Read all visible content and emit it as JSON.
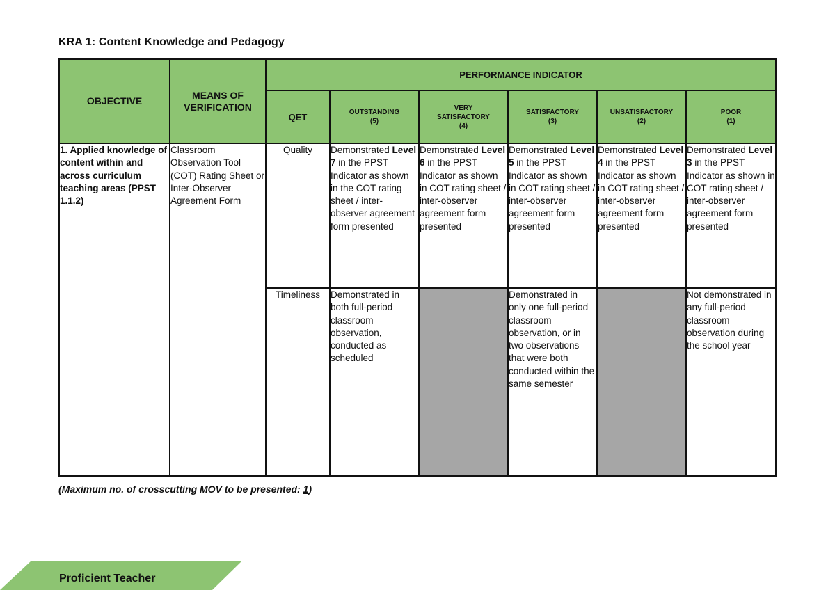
{
  "title": "KRA 1: Content Knowledge and Pedagogy",
  "colors": {
    "header_green": "#8dc472",
    "na_gray": "#a6a6a6",
    "border": "#111111"
  },
  "table": {
    "headers": {
      "objective": "OBJECTIVE",
      "means_of_verification": "MEANS OF VERIFICATION",
      "performance_indicator": "PERFORMANCE INDICATOR",
      "qet": "QET",
      "ratings": [
        {
          "label": "OUTSTANDING",
          "score": "(5)"
        },
        {
          "label": "VERY SATISFACTORY",
          "score": "(4)"
        },
        {
          "label": "SATISFACTORY",
          "score": "(3)"
        },
        {
          "label": "UNSATISFACTORY",
          "score": "(2)"
        },
        {
          "label": "POOR",
          "score": "(1)"
        }
      ]
    },
    "objective": "1. Applied knowledge of content within and across curriculum teaching areas (PPST 1.1.2)",
    "mov": "Classroom Observation Tool (COT) Rating Sheet or Inter-Observer Agreement Form",
    "rows": [
      {
        "qet": "Quality",
        "cells": [
          {
            "pre": "Demonstrated ",
            "bold": "Level 7",
            "post": " in the PPST Indicator as shown in the COT rating sheet / inter-observer agreement form presented"
          },
          {
            "pre": "Demonstrated ",
            "bold": "Level 6",
            "post": " in the PPST Indicator as shown in COT rating sheet / inter-observer agreement form presented"
          },
          {
            "pre": "Demonstrated ",
            "bold": "Level 5",
            "post": " in the PPST Indicator as shown in COT rating sheet / inter-observer agreement form presented"
          },
          {
            "pre": "Demonstrated ",
            "bold": "Level 4",
            "post": " in the PPST Indicator as shown in COT rating sheet / inter-observer agreement form presented"
          },
          {
            "pre": "Demonstrated ",
            "bold": "Level 3",
            "post": " in the PPST Indicator as shown in COT rating sheet / inter-observer agreement form presented"
          }
        ]
      },
      {
        "qet": "Timeliness",
        "cells": [
          {
            "text": "Demonstrated in both full-period classroom observation, conducted as scheduled"
          },
          {
            "text": ""
          },
          {
            "text": "Demonstrated in only one full-period classroom observation, or in two observations that were both conducted within the same semester"
          },
          {
            "text": ""
          },
          {
            "text": "Not demonstrated in any full-period classroom observation during the school year"
          }
        ]
      }
    ]
  },
  "note": {
    "prefix": "(Maximum no. of crosscutting MOV to be presented: ",
    "value": "1",
    "suffix": ")"
  },
  "footer": {
    "label": "Proficient Teacher"
  }
}
